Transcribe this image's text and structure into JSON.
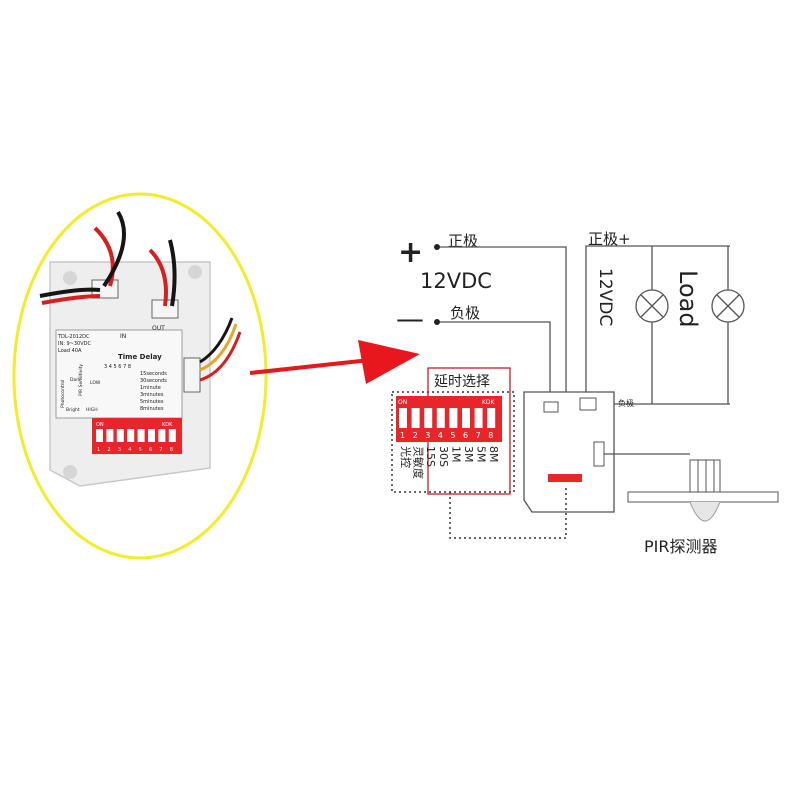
{
  "photo": {
    "model_label": "TDL-2012DC",
    "input_label": "IN: 9~30VDC",
    "load_label": "Load 40A",
    "in_label": "IN",
    "out_label": "OUT",
    "time_delay_title": "Time Delay",
    "switch_numbers": "3 4 5 6 7 8",
    "delay_options": [
      "15seconds",
      "30seconds",
      "1minute",
      "3minutes",
      "5minutes",
      "8minutes"
    ],
    "photocontrol_label": "Photocontrol",
    "pir_sensitivity_label": "PIR Sensitivity",
    "dark_label": "Dark",
    "bright_label": "Bright",
    "low_label": "LOW",
    "high_label": "HIGH",
    "dip_on_label": "ON",
    "dip_brand_label": "KDK",
    "dip_numbers": [
      "1",
      "2",
      "3",
      "4",
      "5",
      "6",
      "7",
      "8"
    ]
  },
  "diagram": {
    "plus_symbol": "+",
    "minus_symbol": "—",
    "positive_label": "正极",
    "negative_label": "负极",
    "supply_voltage": "12VDC",
    "output_positive_label": "正极+",
    "output_voltage": "12VDC",
    "load_label": "Load",
    "board_negative_label": "负极",
    "delay_select_title": "延时选择",
    "dip_on_label": "ON",
    "dip_brand_label": "KDK",
    "dip_numbers": [
      "1",
      "2",
      "3",
      "4",
      "5",
      "6",
      "7",
      "8"
    ],
    "col_light_control": "光控",
    "col_sensitivity": "灵敏度",
    "col_15s": "15S",
    "col_30s": "30S",
    "col_1m": "1M",
    "col_3m": "3M",
    "col_5m": "5M",
    "col_8m": "8M",
    "pir_detector_label": "PIR探测器"
  },
  "colors": {
    "arrow_red": "#e8171d",
    "ellipse_yellow": "#f2ec2a",
    "dip_red": "#e8262a",
    "line_gray": "#555555"
  }
}
